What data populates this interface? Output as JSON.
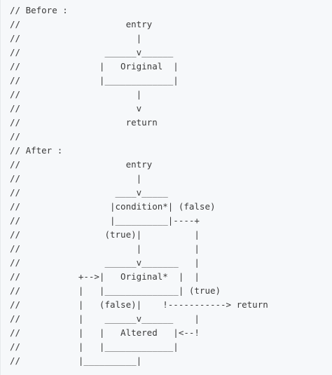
{
  "code": {
    "lines": [
      "// Before :",
      "//                    entry",
      "//                      |",
      "//                ______v______",
      "//               |   Original  |",
      "//               |_____________|",
      "//                      |",
      "//                      v",
      "//                    return",
      "//",
      "// After :",
      "//                    entry",
      "//                      |",
      "//                  ____v_____",
      "//                 |condition*| (false)",
      "//                 |__________|----+",
      "//                (true)|          |",
      "//                      |          |",
      "//                ______v_______   |",
      "//           +-->|   Original*  |  |",
      "//           |   |______________| (true)",
      "//           |   (false)|    !-----------> return",
      "//           |    ______v______    |",
      "//           |   |   Altered   |<--!",
      "//           |   |_____________|",
      "//           |__________|"
    ]
  }
}
